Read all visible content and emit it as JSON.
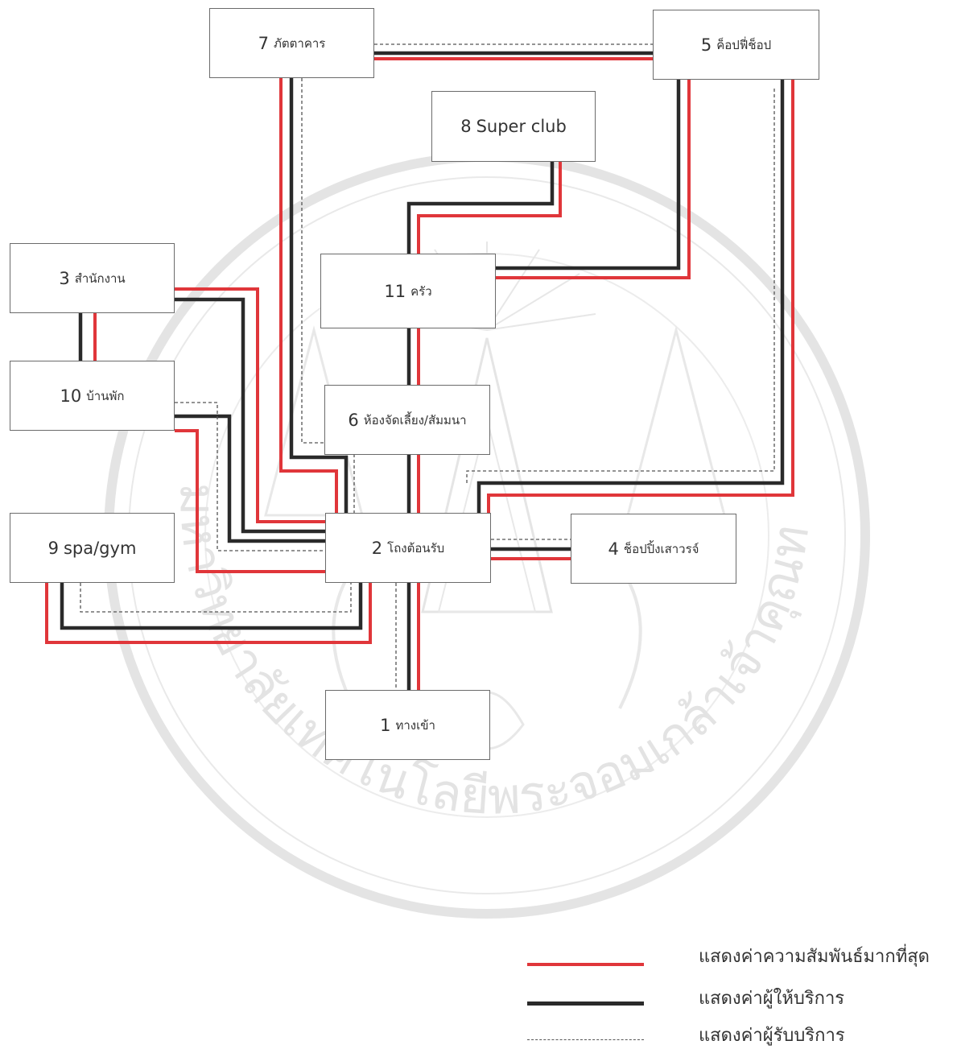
{
  "colors": {
    "strongest": "#e0363a",
    "provider": "#2a2a2a",
    "receiver": "#555555",
    "box_border": "#6b6b6b",
    "watermark": "#cfcfcf"
  },
  "nodes": [
    {
      "id": "n7",
      "number": "7",
      "label": "ภัตตาคาร"
    },
    {
      "id": "n5",
      "number": "5",
      "label": "ค็อปฟี่ช็อป"
    },
    {
      "id": "n8",
      "number": "8",
      "label": "Super club"
    },
    {
      "id": "n3",
      "number": "3",
      "label": "สำนักงาน"
    },
    {
      "id": "n11",
      "number": "11",
      "label": "ครัว"
    },
    {
      "id": "n10",
      "number": "10",
      "label": "บ้านพัก"
    },
    {
      "id": "n6",
      "number": "6",
      "label": "ห้องจัดเลี้ยง/สัมมนา"
    },
    {
      "id": "n9",
      "number": "9",
      "label": "spa/gym"
    },
    {
      "id": "n2",
      "number": "2",
      "label": "โถงต้อนรับ"
    },
    {
      "id": "n4",
      "number": "4",
      "label": "ช็อปปิ้งเสาวรจ์"
    },
    {
      "id": "n1",
      "number": "1",
      "label": "ทางเข้า"
    }
  ],
  "legend": [
    {
      "style": "strongest",
      "label": "แสดงค่าความสัมพันธ์มากที่สุด"
    },
    {
      "style": "provider",
      "label": "แสดงค่าผู้ให้บริการ"
    },
    {
      "style": "receiver",
      "label": "แสดงค่าผู้รับบริการ"
    }
  ],
  "watermark": {
    "text": "มหาวิทยาลัยเทคโนโลยีพระจอมเกล้าเจ้าคุณทหารลาดกระบัง",
    "icon": "university-seal-icon"
  }
}
